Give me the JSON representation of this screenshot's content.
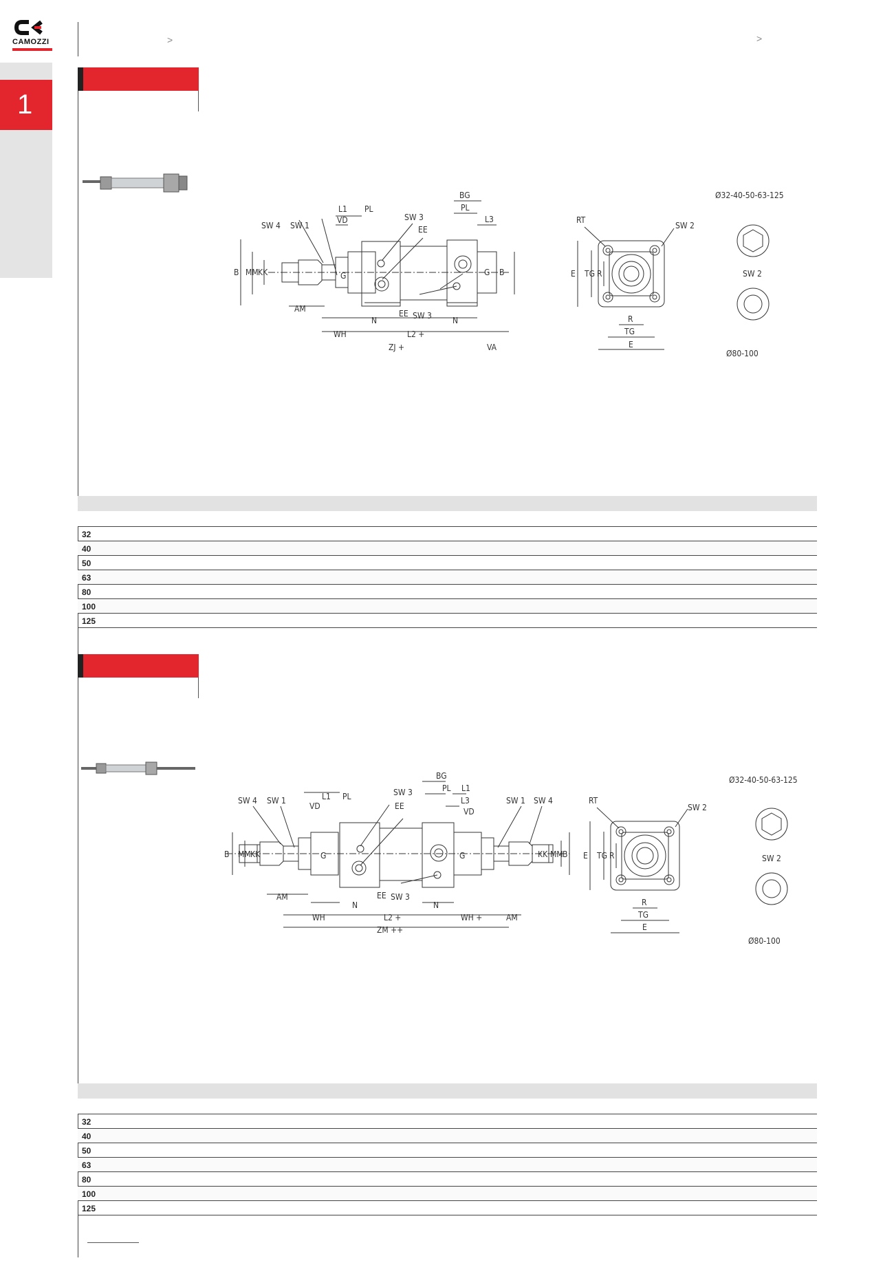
{
  "brand": {
    "name": "CAMOZZI",
    "logo_icon": "camozzi-logo-icon",
    "accent": "#e3262d"
  },
  "header": {
    "breadcrumb_sep_left": ">",
    "breadcrumb_sep_right": ">"
  },
  "sidebar": {
    "chapter": "1"
  },
  "section1": {
    "drawing_labels": {
      "sw4": "SW 4",
      "sw1": "SW 1",
      "l1": "L1",
      "vd": "VD",
      "pl": "PL",
      "sw3": "SW 3",
      "ee": "EE",
      "bg": "BG",
      "l3": "L3",
      "b": "B",
      "mm": "MM",
      "kk": "KK",
      "g": "G",
      "am": "AM",
      "n": "N",
      "wh": "WH",
      "l2": "L2 +",
      "zj": "ZJ +",
      "va": "VA",
      "rt": "RT",
      "sw2": "SW 2",
      "e": "E",
      "tg": "TG",
      "r": "R",
      "dia_small": "Ø32-40-50-63-125",
      "dia_large": "Ø80-100"
    },
    "table_rows": [
      "32",
      "40",
      "50",
      "63",
      "80",
      "100",
      "125"
    ]
  },
  "section2": {
    "drawing_labels": {
      "sw4": "SW 4",
      "sw1": "SW 1",
      "l1": "L1",
      "vd": "VD",
      "pl": "PL",
      "sw3": "SW 3",
      "ee": "EE",
      "bg": "BG",
      "l3": "L3",
      "b": "B",
      "mm": "MM",
      "kk": "KK",
      "g": "G",
      "am": "AM",
      "n": "N",
      "wh": "WH",
      "wh_plus": "WH +",
      "l2": "L2 +",
      "zm": "ZM ++",
      "rt": "RT",
      "sw2": "SW 2",
      "e": "E",
      "tg": "TG",
      "r": "R",
      "dia_small": "Ø32-40-50-63-125",
      "dia_large": "Ø80-100"
    },
    "table_rows": [
      "32",
      "40",
      "50",
      "63",
      "80",
      "100",
      "125"
    ]
  }
}
